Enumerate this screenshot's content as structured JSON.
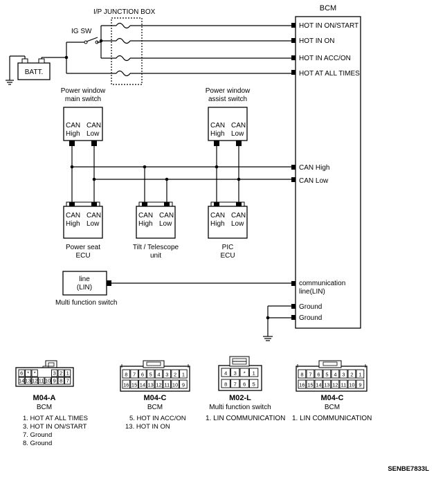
{
  "diagram": {
    "junction_box_label": "I/P JUNCTION BOX",
    "ig_sw_label": "IG SW",
    "battery_label": "BATT.",
    "bcm_title": "BCM",
    "bcm_pins": [
      "HOT IN ON/START",
      "HOT IN ON",
      "HOT IN ACC/ON",
      "HOT AT ALL TIMES",
      "CAN High",
      "CAN Low",
      "communication",
      "line(LIN)",
      "Ground",
      "Ground"
    ],
    "modules": {
      "pw_main": {
        "name_line1": "Power window",
        "name_line2": "main switch",
        "l1": "CAN",
        "l2": "High",
        "r1": "CAN",
        "r2": "Low"
      },
      "pw_assist": {
        "name_line1": "Power window",
        "name_line2": "assist switch",
        "l1": "CAN",
        "l2": "High",
        "r1": "CAN",
        "r2": "Low"
      },
      "power_seat": {
        "name_line1": "Power seat",
        "name_line2": "ECU",
        "l1": "CAN",
        "l2": "High",
        "r1": "CAN",
        "r2": "Low"
      },
      "tilt": {
        "name_line1": "Tilt / Telescope",
        "name_line2": "unit",
        "l1": "CAN",
        "l2": "High",
        "r1": "CAN",
        "r2": "Low"
      },
      "pic": {
        "name_line1": "PIC",
        "name_line2": "ECU",
        "l1": "CAN",
        "l2": "High",
        "r1": "CAN",
        "r2": "Low"
      },
      "mfs": {
        "line1": "line",
        "line2": "(LIN)",
        "name": "Multi function switch"
      }
    }
  },
  "connectors": [
    {
      "code": "M04-A",
      "name": "BCM",
      "top_row": [
        "6",
        "*",
        "*",
        "",
        "",
        "3",
        "2",
        "1"
      ],
      "bottom_row": [
        "14",
        "13",
        "12",
        "11",
        "10",
        "9",
        "8",
        "7"
      ],
      "notes": [
        "1. HOT AT ALL TIMES",
        "3. HOT IN ON/START",
        "7. Ground",
        "8. Ground"
      ]
    },
    {
      "code": "M04-C",
      "name": "BCM",
      "top_row": [
        "8",
        "7",
        "6",
        "5",
        "4",
        "3",
        "2",
        "1"
      ],
      "bottom_row": [
        "16",
        "15",
        "14",
        "13",
        "12",
        "11",
        "10",
        "9"
      ],
      "notes": [
        "5. HOT IN ACC/ON",
        "13. HOT IN ON"
      ]
    },
    {
      "code": "M02-L",
      "name": "Multi function switch",
      "top_row": [
        "4",
        "3",
        "*",
        "1"
      ],
      "bottom_row": [
        "8",
        "7",
        "6",
        "5"
      ],
      "notes": [
        "1. LIN COMMUNICATION"
      ]
    },
    {
      "code": "M04-C",
      "name": "BCM",
      "top_row": [
        "8",
        "7",
        "6",
        "5",
        "4",
        "3",
        "2",
        "1"
      ],
      "bottom_row": [
        "16",
        "15",
        "14",
        "13",
        "12",
        "11",
        "10",
        "9"
      ],
      "notes": [
        "1. LIN COMMUNICATION"
      ]
    }
  ],
  "figure_id": "SENBE7833L"
}
